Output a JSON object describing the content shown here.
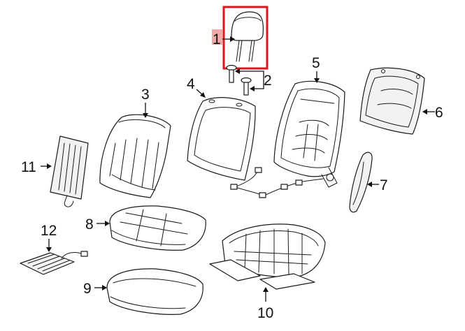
{
  "callouts": {
    "c1": "1",
    "c2": "2",
    "c3": "3",
    "c4": "4",
    "c5": "5",
    "c6": "6",
    "c7": "7",
    "c8": "8",
    "c9": "9",
    "c10": "10",
    "c11": "11",
    "c12": "12"
  },
  "highlight": {
    "part": "1",
    "box_color": "#e0161d",
    "label_bg_color": "#f0a9a9"
  }
}
